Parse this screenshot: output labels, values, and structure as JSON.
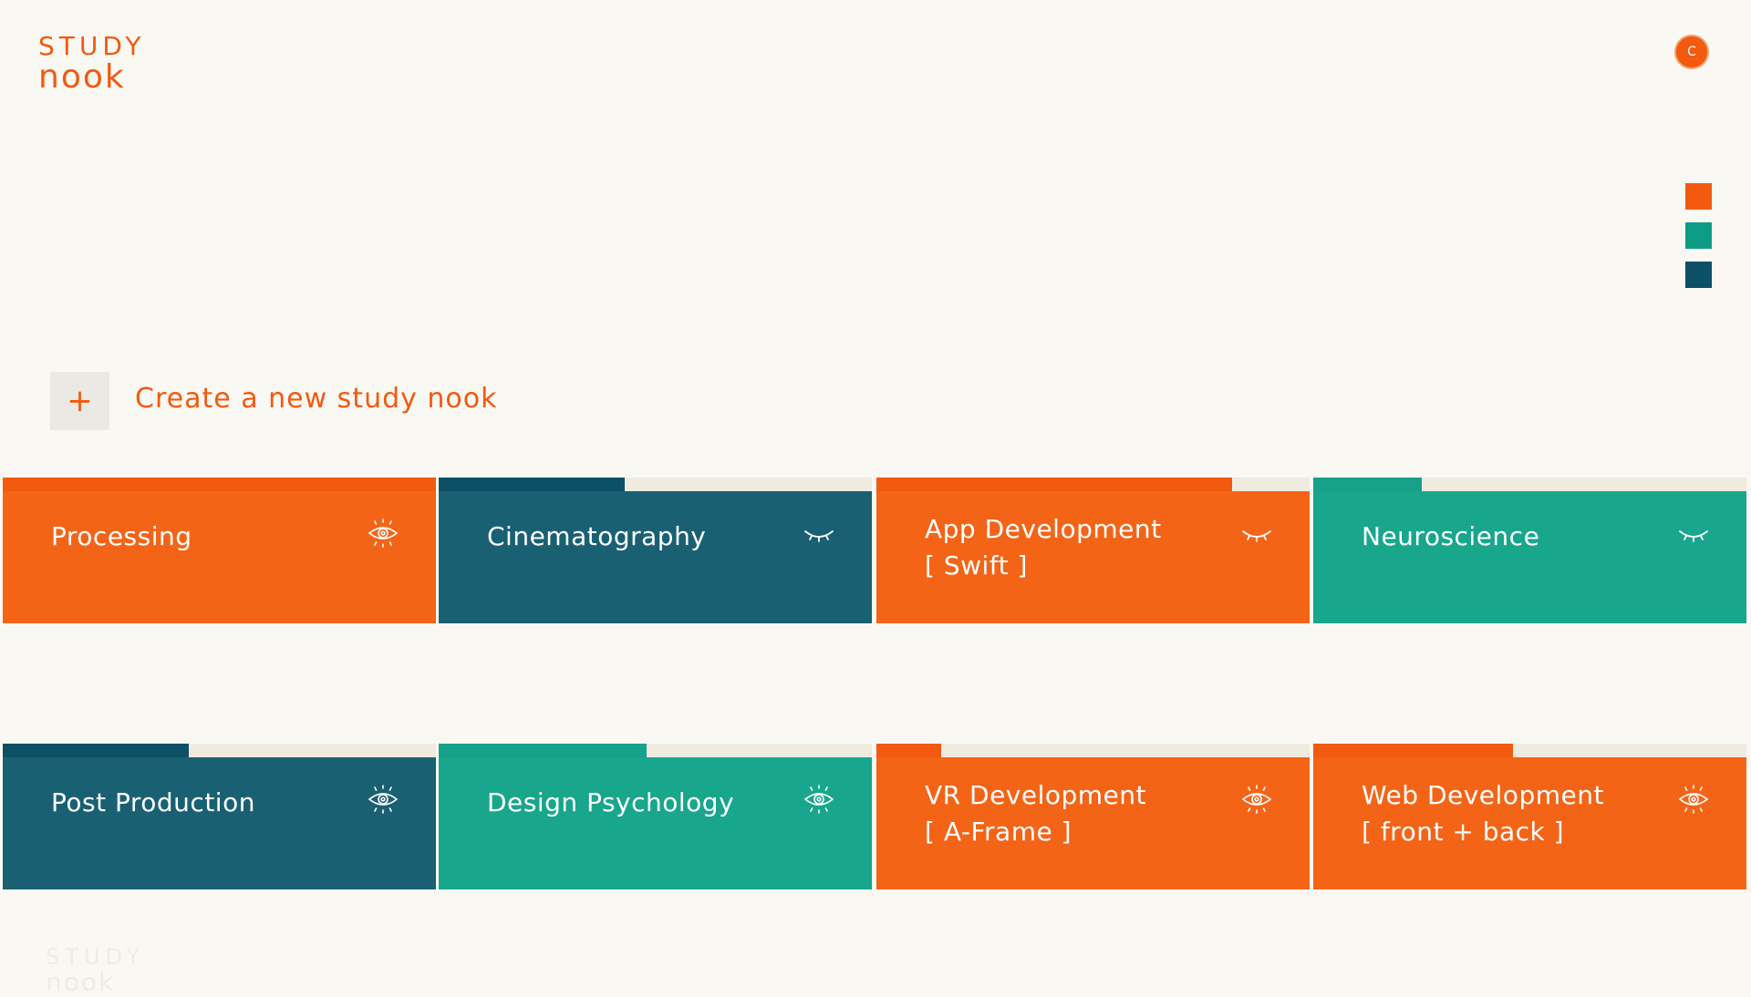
{
  "logo": {
    "top": "STUDY",
    "bottom": "nook"
  },
  "user": {
    "initial": "C"
  },
  "colors": {
    "orange": "#f46417",
    "orange_bar": "#f15a0f",
    "teal": "#18a68c",
    "teal_bar": "#17a08a",
    "navy": "#1a6073",
    "navy_bar": "#0d4f67",
    "track": "#efebdf"
  },
  "swatches": [
    {
      "name": "orange",
      "color": "#f15a0f"
    },
    {
      "name": "teal",
      "color": "#0e9c86"
    },
    {
      "name": "navy",
      "color": "#0d4f67"
    }
  ],
  "create": {
    "icon": "plus-icon",
    "label": "Create a new study nook"
  },
  "cards": [
    {
      "title": "Processing",
      "subtitle": "",
      "theme": "orange",
      "progress": 1.0,
      "icon": "eye-open-icon"
    },
    {
      "title": "Cinematography",
      "subtitle": "",
      "theme": "navy",
      "progress": 0.43,
      "icon": "eye-closed-icon"
    },
    {
      "title": "App Development",
      "subtitle": "[ Swift ]",
      "theme": "orange",
      "progress": 0.82,
      "icon": "eye-closed-icon"
    },
    {
      "title": "Neuroscience",
      "subtitle": "",
      "theme": "teal",
      "progress": 0.25,
      "icon": "eye-closed-icon"
    },
    {
      "title": "Post Production",
      "subtitle": "",
      "theme": "navy",
      "progress": 0.43,
      "icon": "eye-open-icon"
    },
    {
      "title": "Design Psychology",
      "subtitle": "",
      "theme": "teal",
      "progress": 0.48,
      "icon": "eye-open-icon"
    },
    {
      "title": "VR Development",
      "subtitle": "[ A-Frame ]",
      "theme": "orange",
      "progress": 0.15,
      "icon": "eye-open-icon"
    },
    {
      "title": "Web Development",
      "subtitle": "[ front + back ]",
      "theme": "orange",
      "progress": 0.46,
      "icon": "eye-open-icon"
    }
  ],
  "footer": {
    "top": "STUDY",
    "bottom": "nook"
  }
}
